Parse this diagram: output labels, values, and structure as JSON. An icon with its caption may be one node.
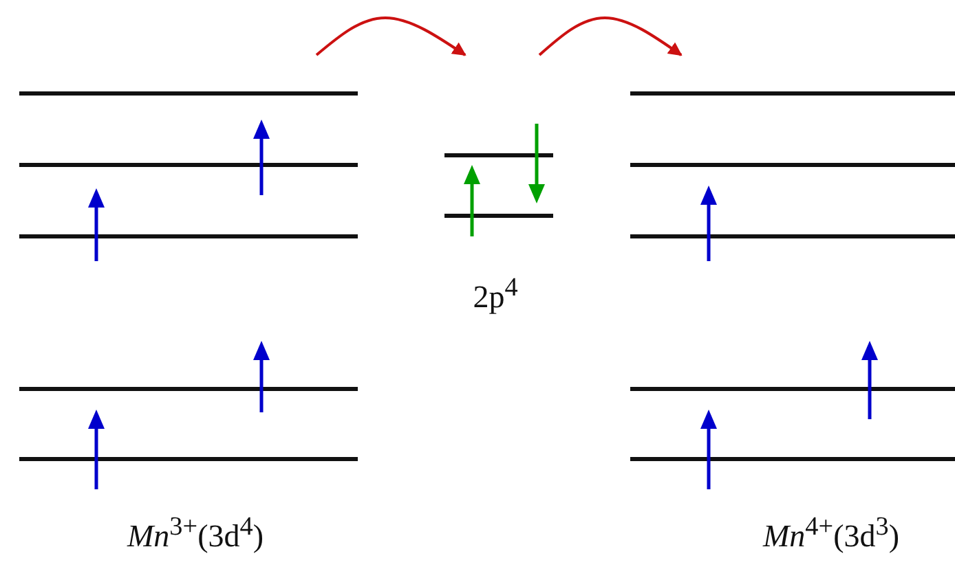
{
  "diagram": {
    "nodes": [
      {
        "text": [
          "*Mn*$^{3+}$(3d$^{4}$)"
        ]
      },
      {
        "text": [
          "2p$^{4}$"
        ]
      },
      {
        "text": [
          "*Mn*$^{4+}$(3d$^{3}$)"
        ]
      }
    ],
    "edges": [
      {
        "from": 0,
        "to": 1,
        "arrow": "to"
      },
      {
        "from": 1,
        "to": 2,
        "arrow": "to"
      }
    ]
  }
}
